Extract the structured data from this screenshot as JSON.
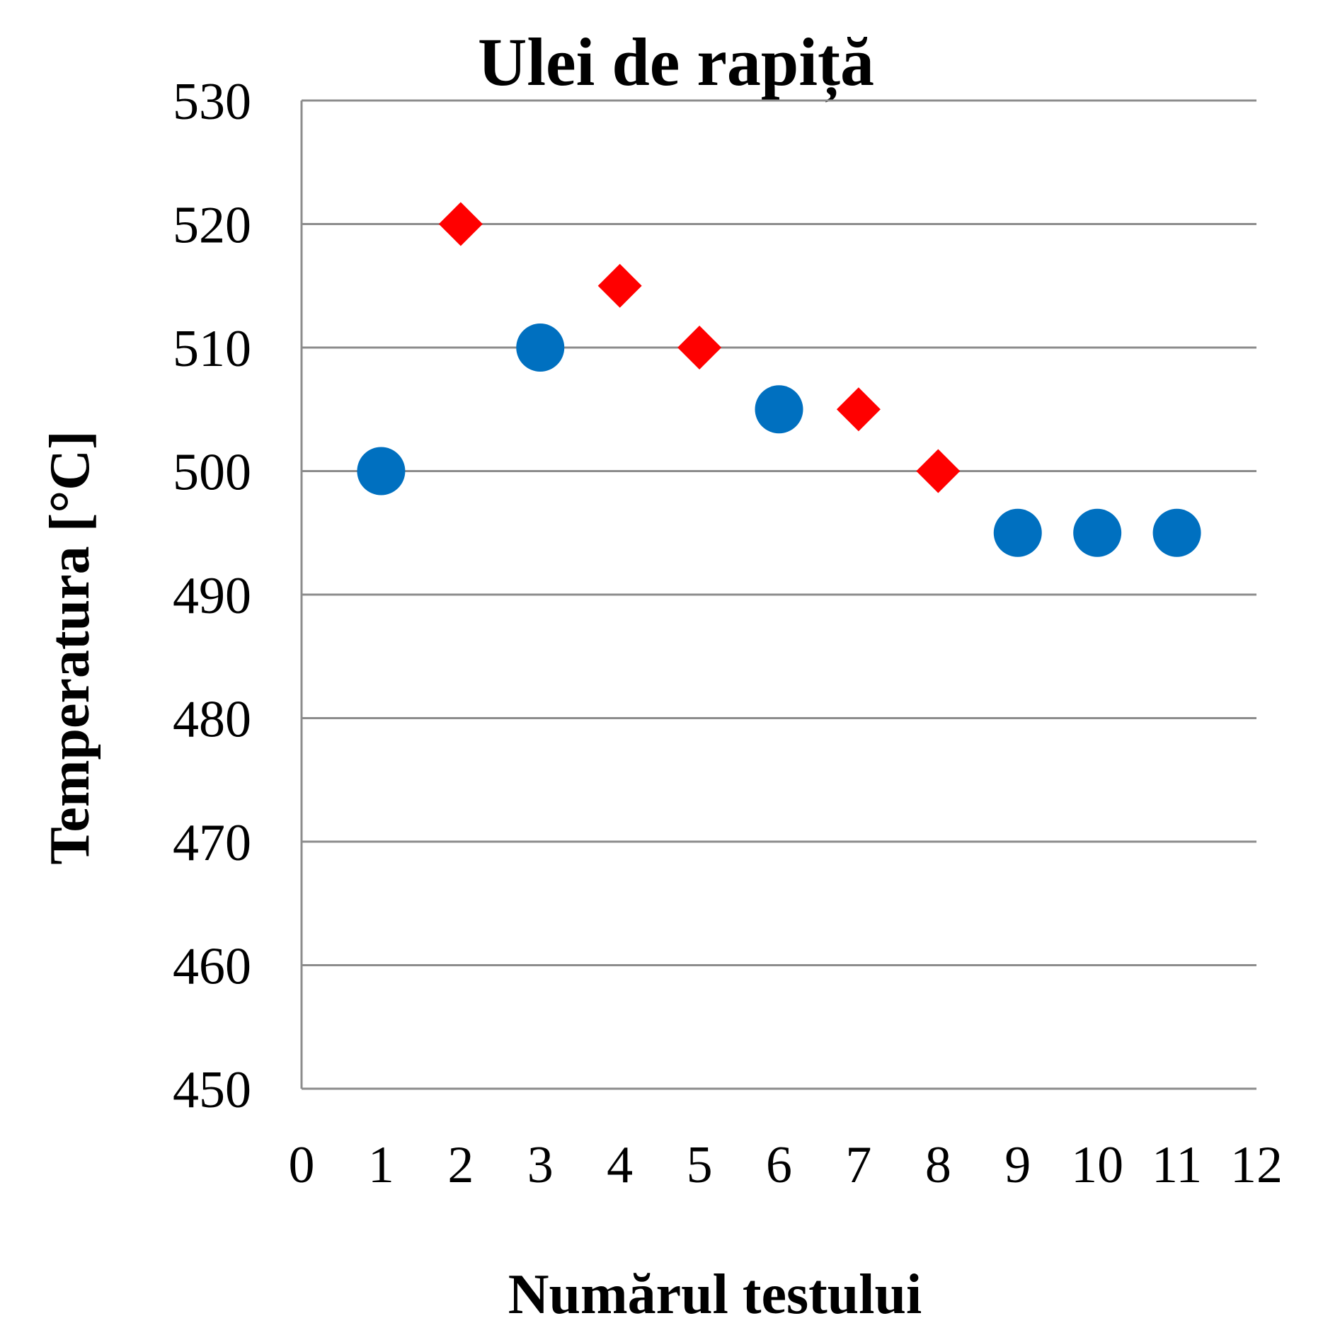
{
  "chart_data": {
    "type": "scatter",
    "title": "Ulei de rapiță",
    "xlabel": "Numărul testului",
    "ylabel": "Temperatura [°C]",
    "xlim": [
      0,
      12
    ],
    "ylim": [
      450,
      530
    ],
    "xticks": [
      "0",
      "1",
      "2",
      "3",
      "4",
      "5",
      "6",
      "7",
      "8",
      "9",
      "10",
      "11",
      "12"
    ],
    "yticks": [
      "450",
      "460",
      "470",
      "480",
      "490",
      "500",
      "510",
      "520",
      "530"
    ],
    "grid": true,
    "legend": "none",
    "series": [
      {
        "marker": "circle",
        "color": "#0070c0",
        "points": [
          {
            "x": 1,
            "y": 500
          },
          {
            "x": 3,
            "y": 510
          },
          {
            "x": 6,
            "y": 505
          },
          {
            "x": 9,
            "y": 495
          },
          {
            "x": 10,
            "y": 495
          },
          {
            "x": 11,
            "y": 495
          }
        ]
      },
      {
        "marker": "diamond",
        "color": "#ff0000",
        "points": [
          {
            "x": 2,
            "y": 520
          },
          {
            "x": 4,
            "y": 515
          },
          {
            "x": 5,
            "y": 510
          },
          {
            "x": 7,
            "y": 505
          },
          {
            "x": 8,
            "y": 500
          }
        ]
      }
    ]
  }
}
